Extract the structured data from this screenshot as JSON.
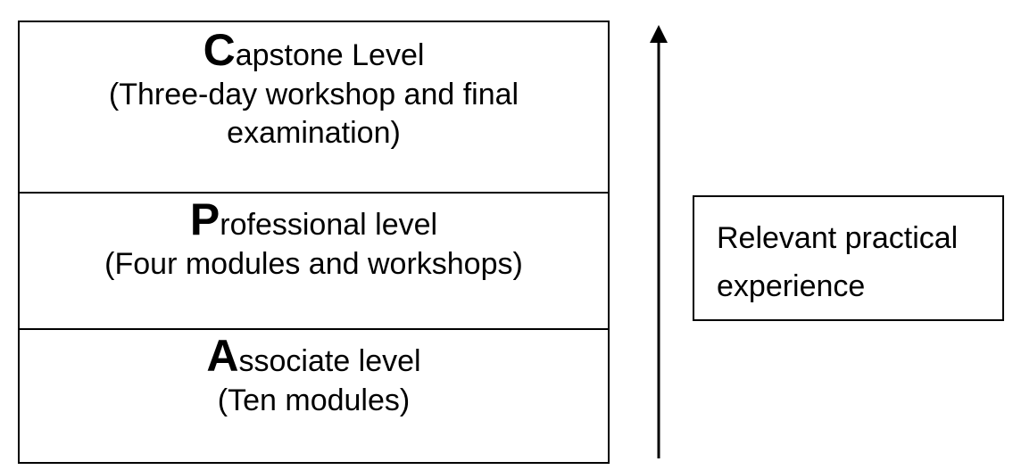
{
  "levels": [
    {
      "initial": "C",
      "title_rest": "apstone Level",
      "detail_line1": "(Three-day workshop and final",
      "detail_line2": "examination)"
    },
    {
      "initial": "P",
      "title_rest": "rofessional level",
      "detail_line1": "(Four modules and workshops)"
    },
    {
      "initial": "A",
      "title_rest": "ssociate level",
      "detail_line1": "(Ten modules)"
    }
  ],
  "experience": {
    "line1": "Relevant practical",
    "line2": "experience"
  }
}
